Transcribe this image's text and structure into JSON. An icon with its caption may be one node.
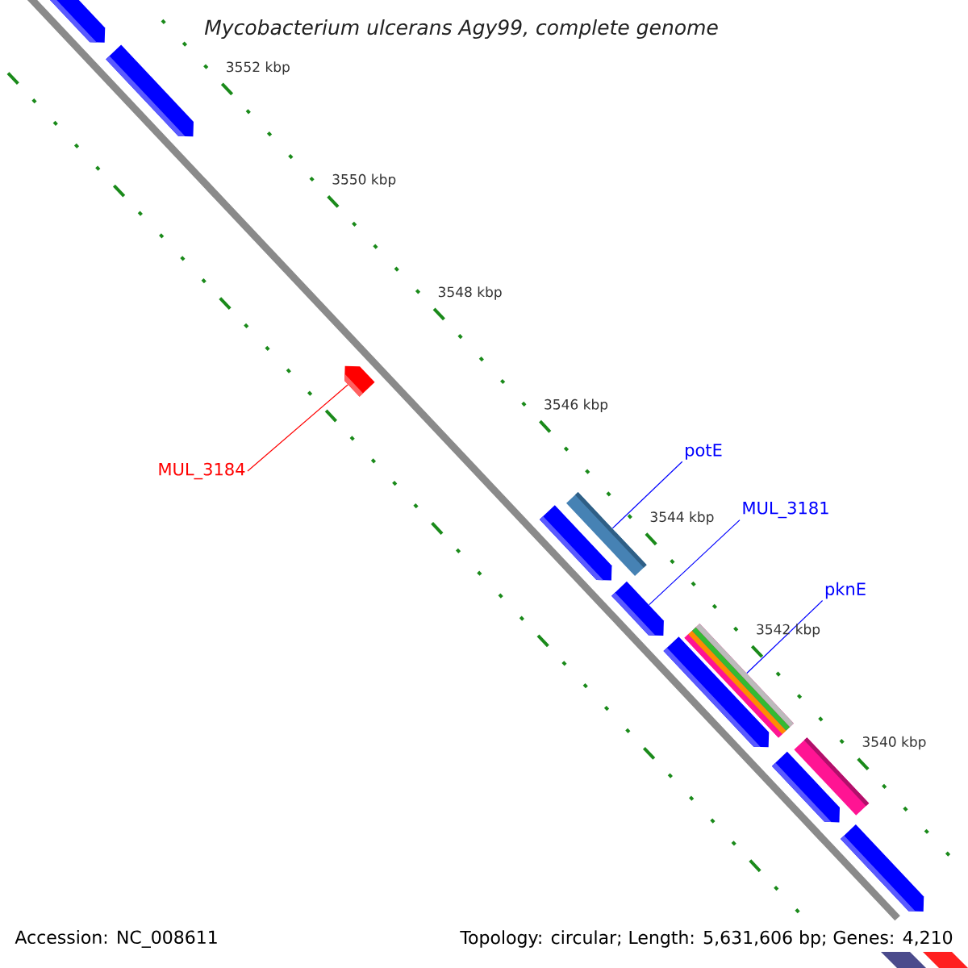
{
  "diagram": {
    "title": "Mycobacterium ulcerans Agy99, complete genome",
    "nodes": [
      {
        "text": [
          "MUL_3184"
        ]
      },
      {
        "text": [],
        "shape": "pentagon"
      },
      {
        "text": [
          "potE"
        ]
      },
      {
        "text": [],
        "shape": "bar"
      },
      {
        "text": [
          "MUL_3181"
        ]
      },
      {
        "text": [],
        "shape": "pentagon"
      },
      {
        "text": [
          "pknE"
        ]
      },
      {
        "text": [],
        "shape": "bar"
      }
    ],
    "edges": [
      {
        "from": 0,
        "to": 1,
        "arrow": "none",
        "color": "#ff0000"
      },
      {
        "from": 2,
        "to": 3,
        "arrow": "none"
      },
      {
        "from": 4,
        "to": 5,
        "arrow": "none"
      },
      {
        "from": 6,
        "to": 7,
        "arrow": "none"
      }
    ],
    "labels": [
      "3552 kbp",
      "3550 kbp",
      "3548 kbp",
      "3546 kbp",
      "3544 kbp",
      "3542 kbp",
      "3540 kbp",
      "Accession: NC_008611",
      "Topology: circular; Length: 5,631,606 bp; Genes: 4,210"
    ]
  }
}
